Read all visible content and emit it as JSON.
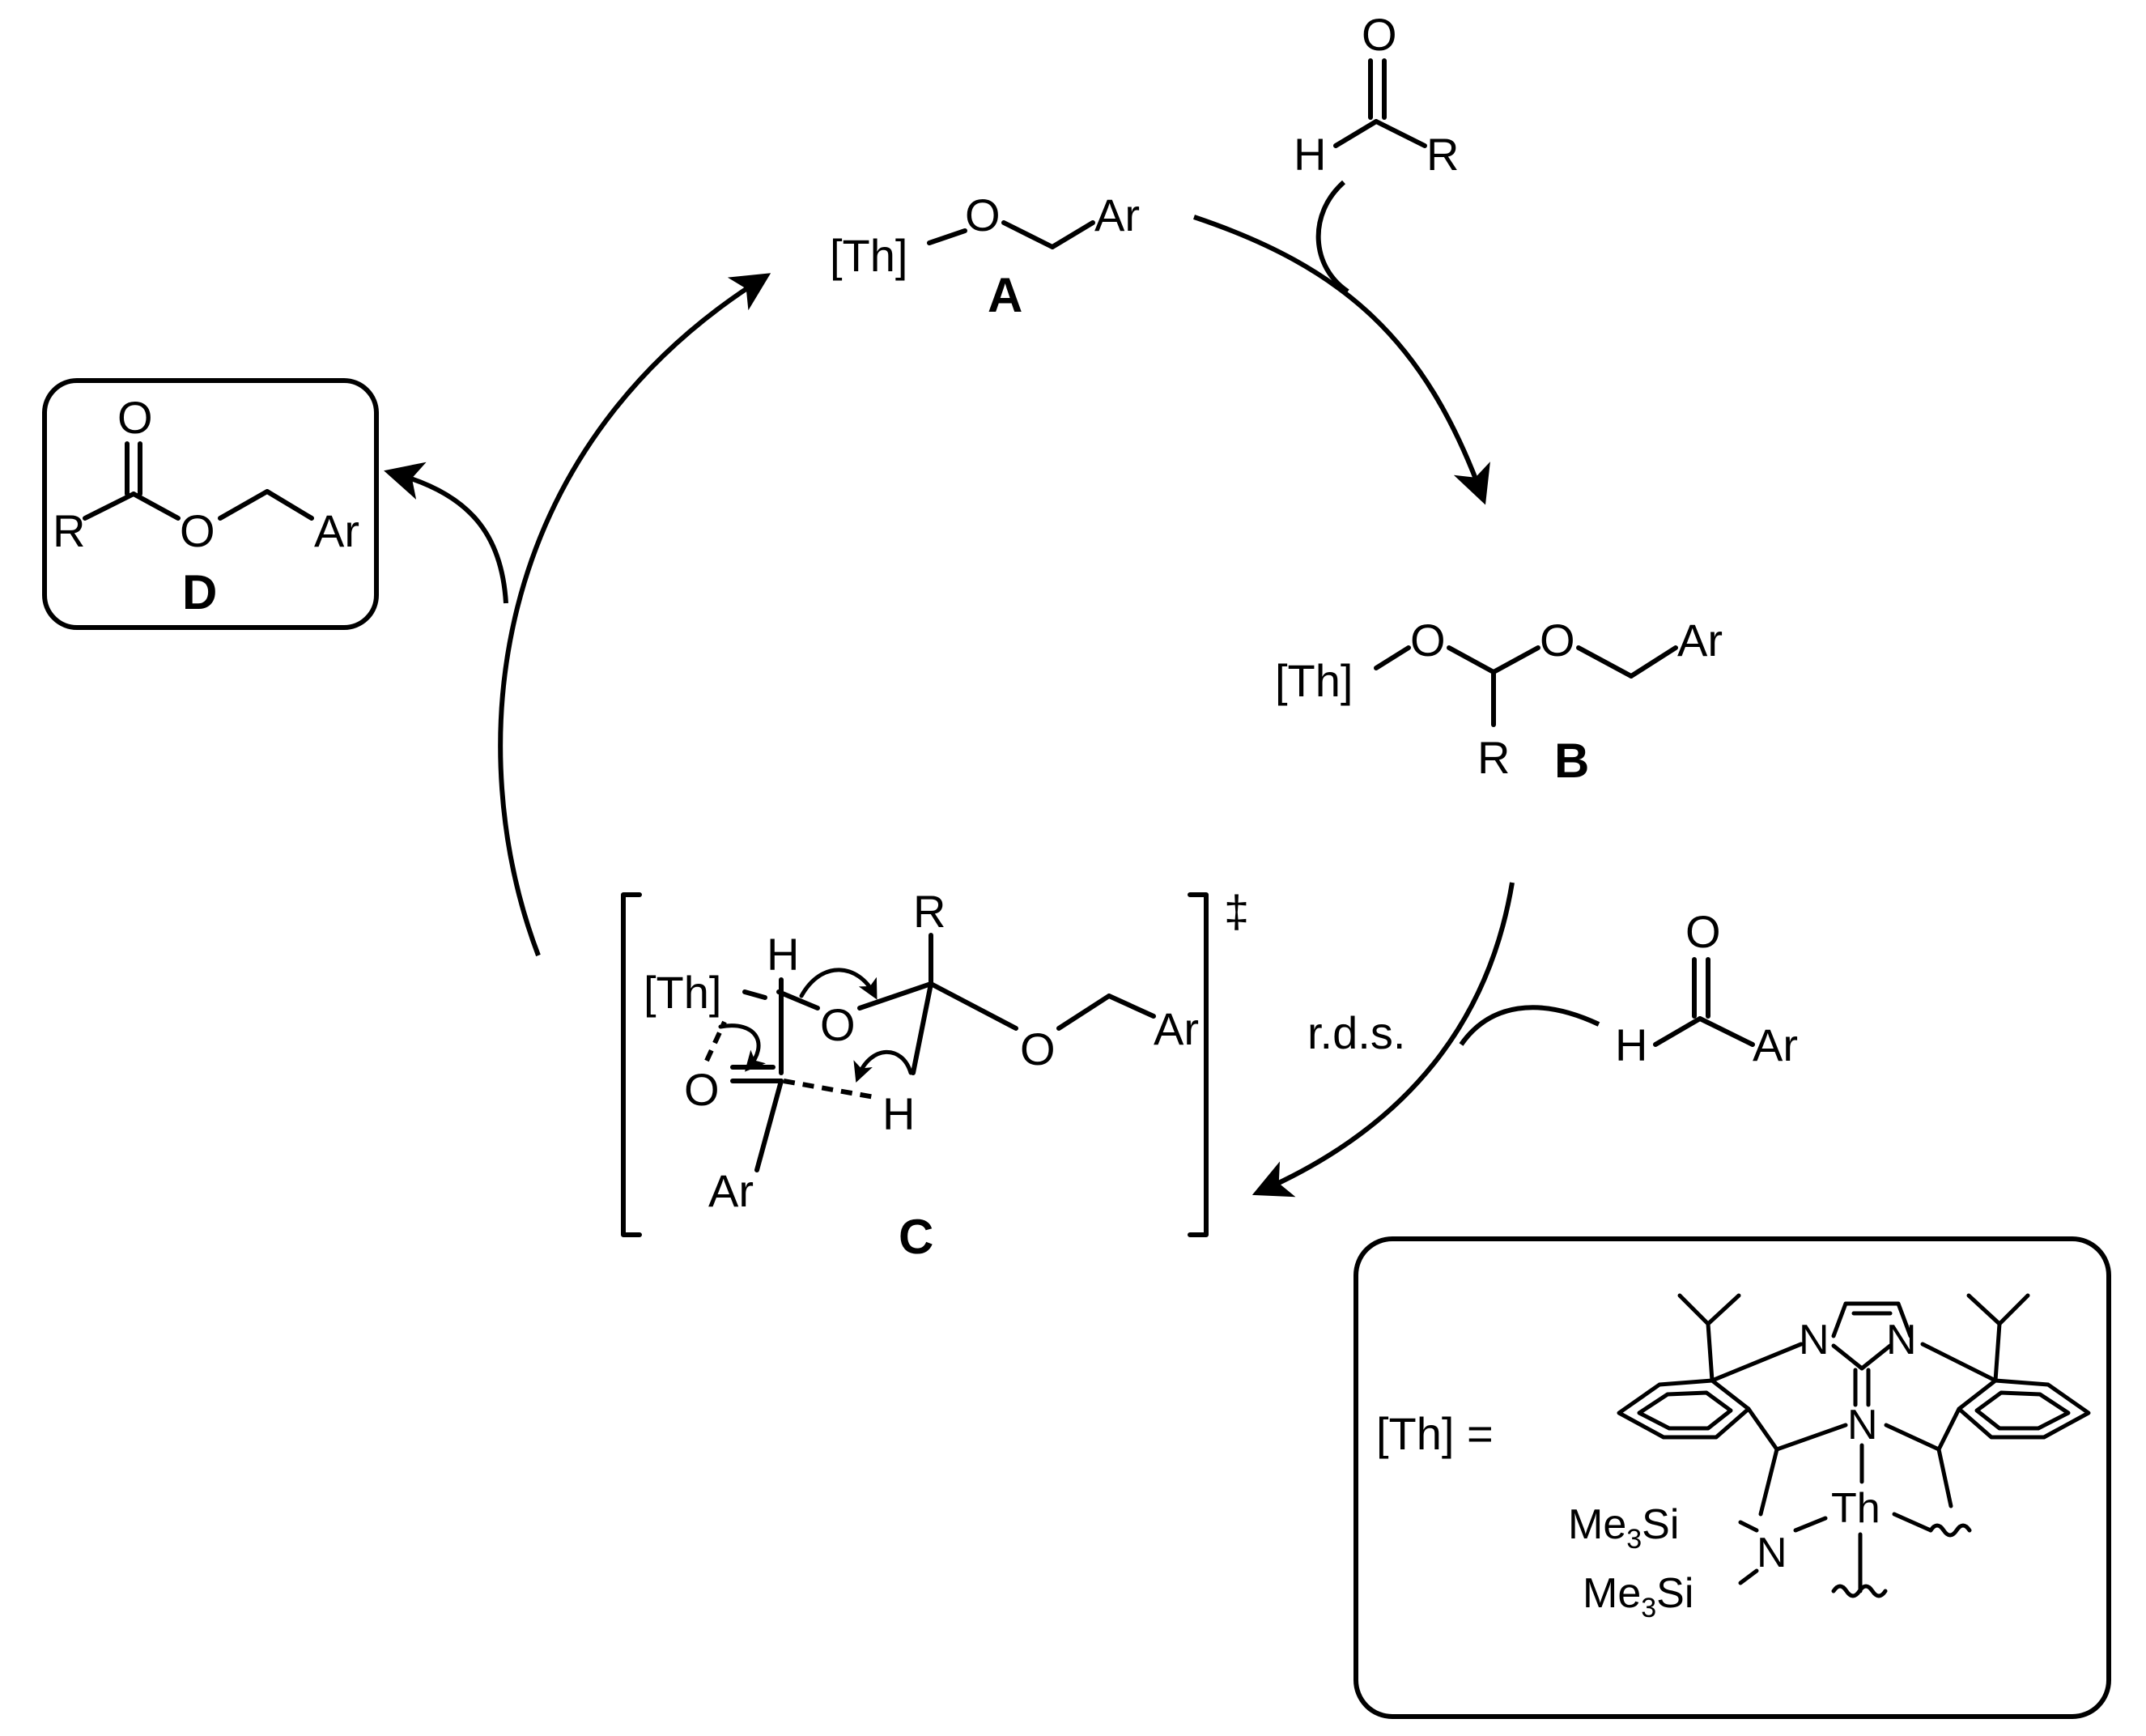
{
  "cycle": {
    "A": {
      "th": "[Th]",
      "o": "O",
      "ar": "Ar",
      "label": "A"
    },
    "B": {
      "th": "[Th]",
      "o1": "O",
      "o2": "O",
      "ar": "Ar",
      "r": "R",
      "label": "B"
    },
    "C": {
      "th": "[Th]",
      "h1": "H",
      "o1": "O",
      "r": "R",
      "o2": "O",
      "ar1": "Ar",
      "o3": "O",
      "h2": "H",
      "ar2": "Ar",
      "dagger": "‡",
      "label": "C"
    },
    "D": {
      "o_carbonyl": "O",
      "r": "R",
      "o": "O",
      "ar": "Ar",
      "label": "D"
    }
  },
  "reagents": {
    "aldehyde_r": {
      "o": "O",
      "h": "H",
      "r": "R"
    },
    "aldehyde_ar": {
      "o": "O",
      "h": "H",
      "ar": "Ar"
    },
    "rds": "r.d.s."
  },
  "legend": {
    "prefix": "[Th] =",
    "n1": "N",
    "n2": "N",
    "n3": "N",
    "n4": "N",
    "th": "Th",
    "me3si_1_a": "Me",
    "me3si_1_sub": "3",
    "me3si_1_b": "Si",
    "me3si_2_a": "Me",
    "me3si_2_sub": "3",
    "me3si_2_b": "Si"
  }
}
